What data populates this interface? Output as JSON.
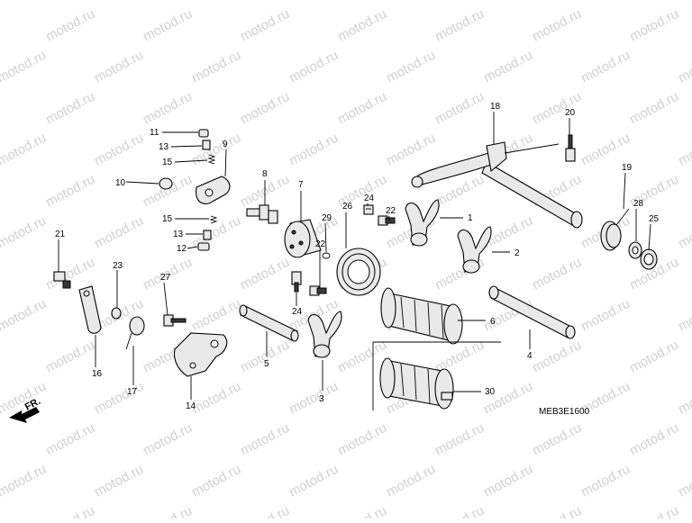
{
  "watermark": "motod.ru",
  "diagram_code": "MEB3E1600",
  "direction_label": "FR.",
  "callouts": [
    "1",
    "2",
    "3",
    "4",
    "5",
    "6",
    "7",
    "8",
    "9",
    "10",
    "11",
    "12",
    "13",
    "13",
    "14",
    "15",
    "15",
    "16",
    "17",
    "18",
    "19",
    "20",
    "21",
    "22",
    "22",
    "23",
    "24",
    "24",
    "25",
    "26",
    "27",
    "28",
    "29",
    "30"
  ]
}
